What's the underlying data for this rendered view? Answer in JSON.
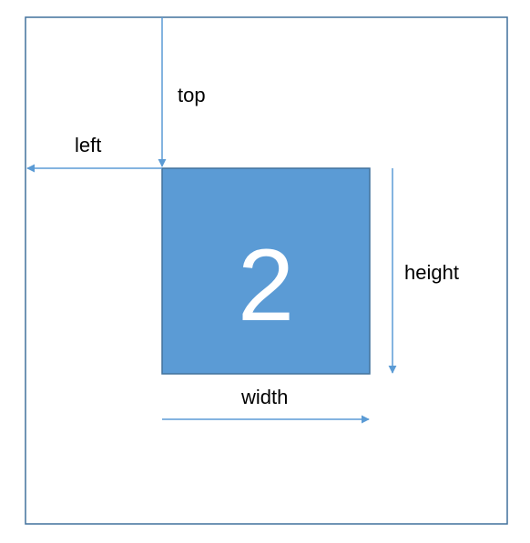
{
  "labels": {
    "top": "top",
    "left": "left",
    "height": "height",
    "width": "width"
  },
  "box": {
    "number": "2"
  },
  "colors": {
    "frame": "#41719C",
    "box_fill": "#5B9BD5",
    "box_stroke": "#41719C",
    "arrow": "#5B9BD5",
    "label_text": "#000000",
    "number_text": "#FFFFFF",
    "background": "#FFFFFF"
  }
}
